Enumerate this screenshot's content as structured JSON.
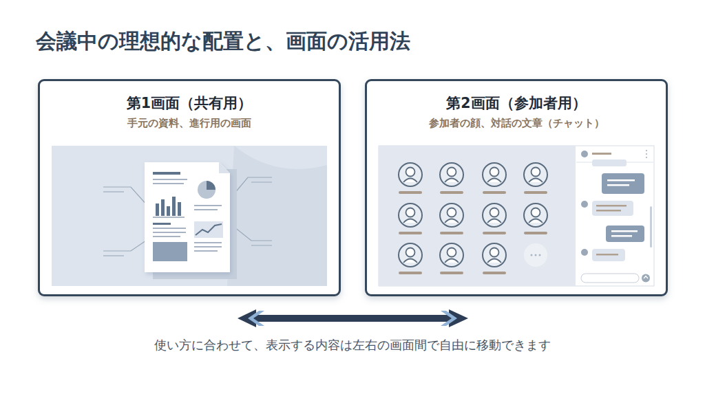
{
  "diagram": {
    "title": "会議中の理想的な配置と、画面の活用法",
    "caption": "使い方に合わせて、表示する内容は左右の画面間で自由に移動できます",
    "nodes": [
      {
        "text": [
          "第1画面（共有用）",
          "手元の資料、進行用の画面"
        ]
      },
      {
        "text": [
          "第2画面（参加者用）",
          "参加者の顔、対話の文章（チャット）"
        ]
      }
    ]
  }
}
